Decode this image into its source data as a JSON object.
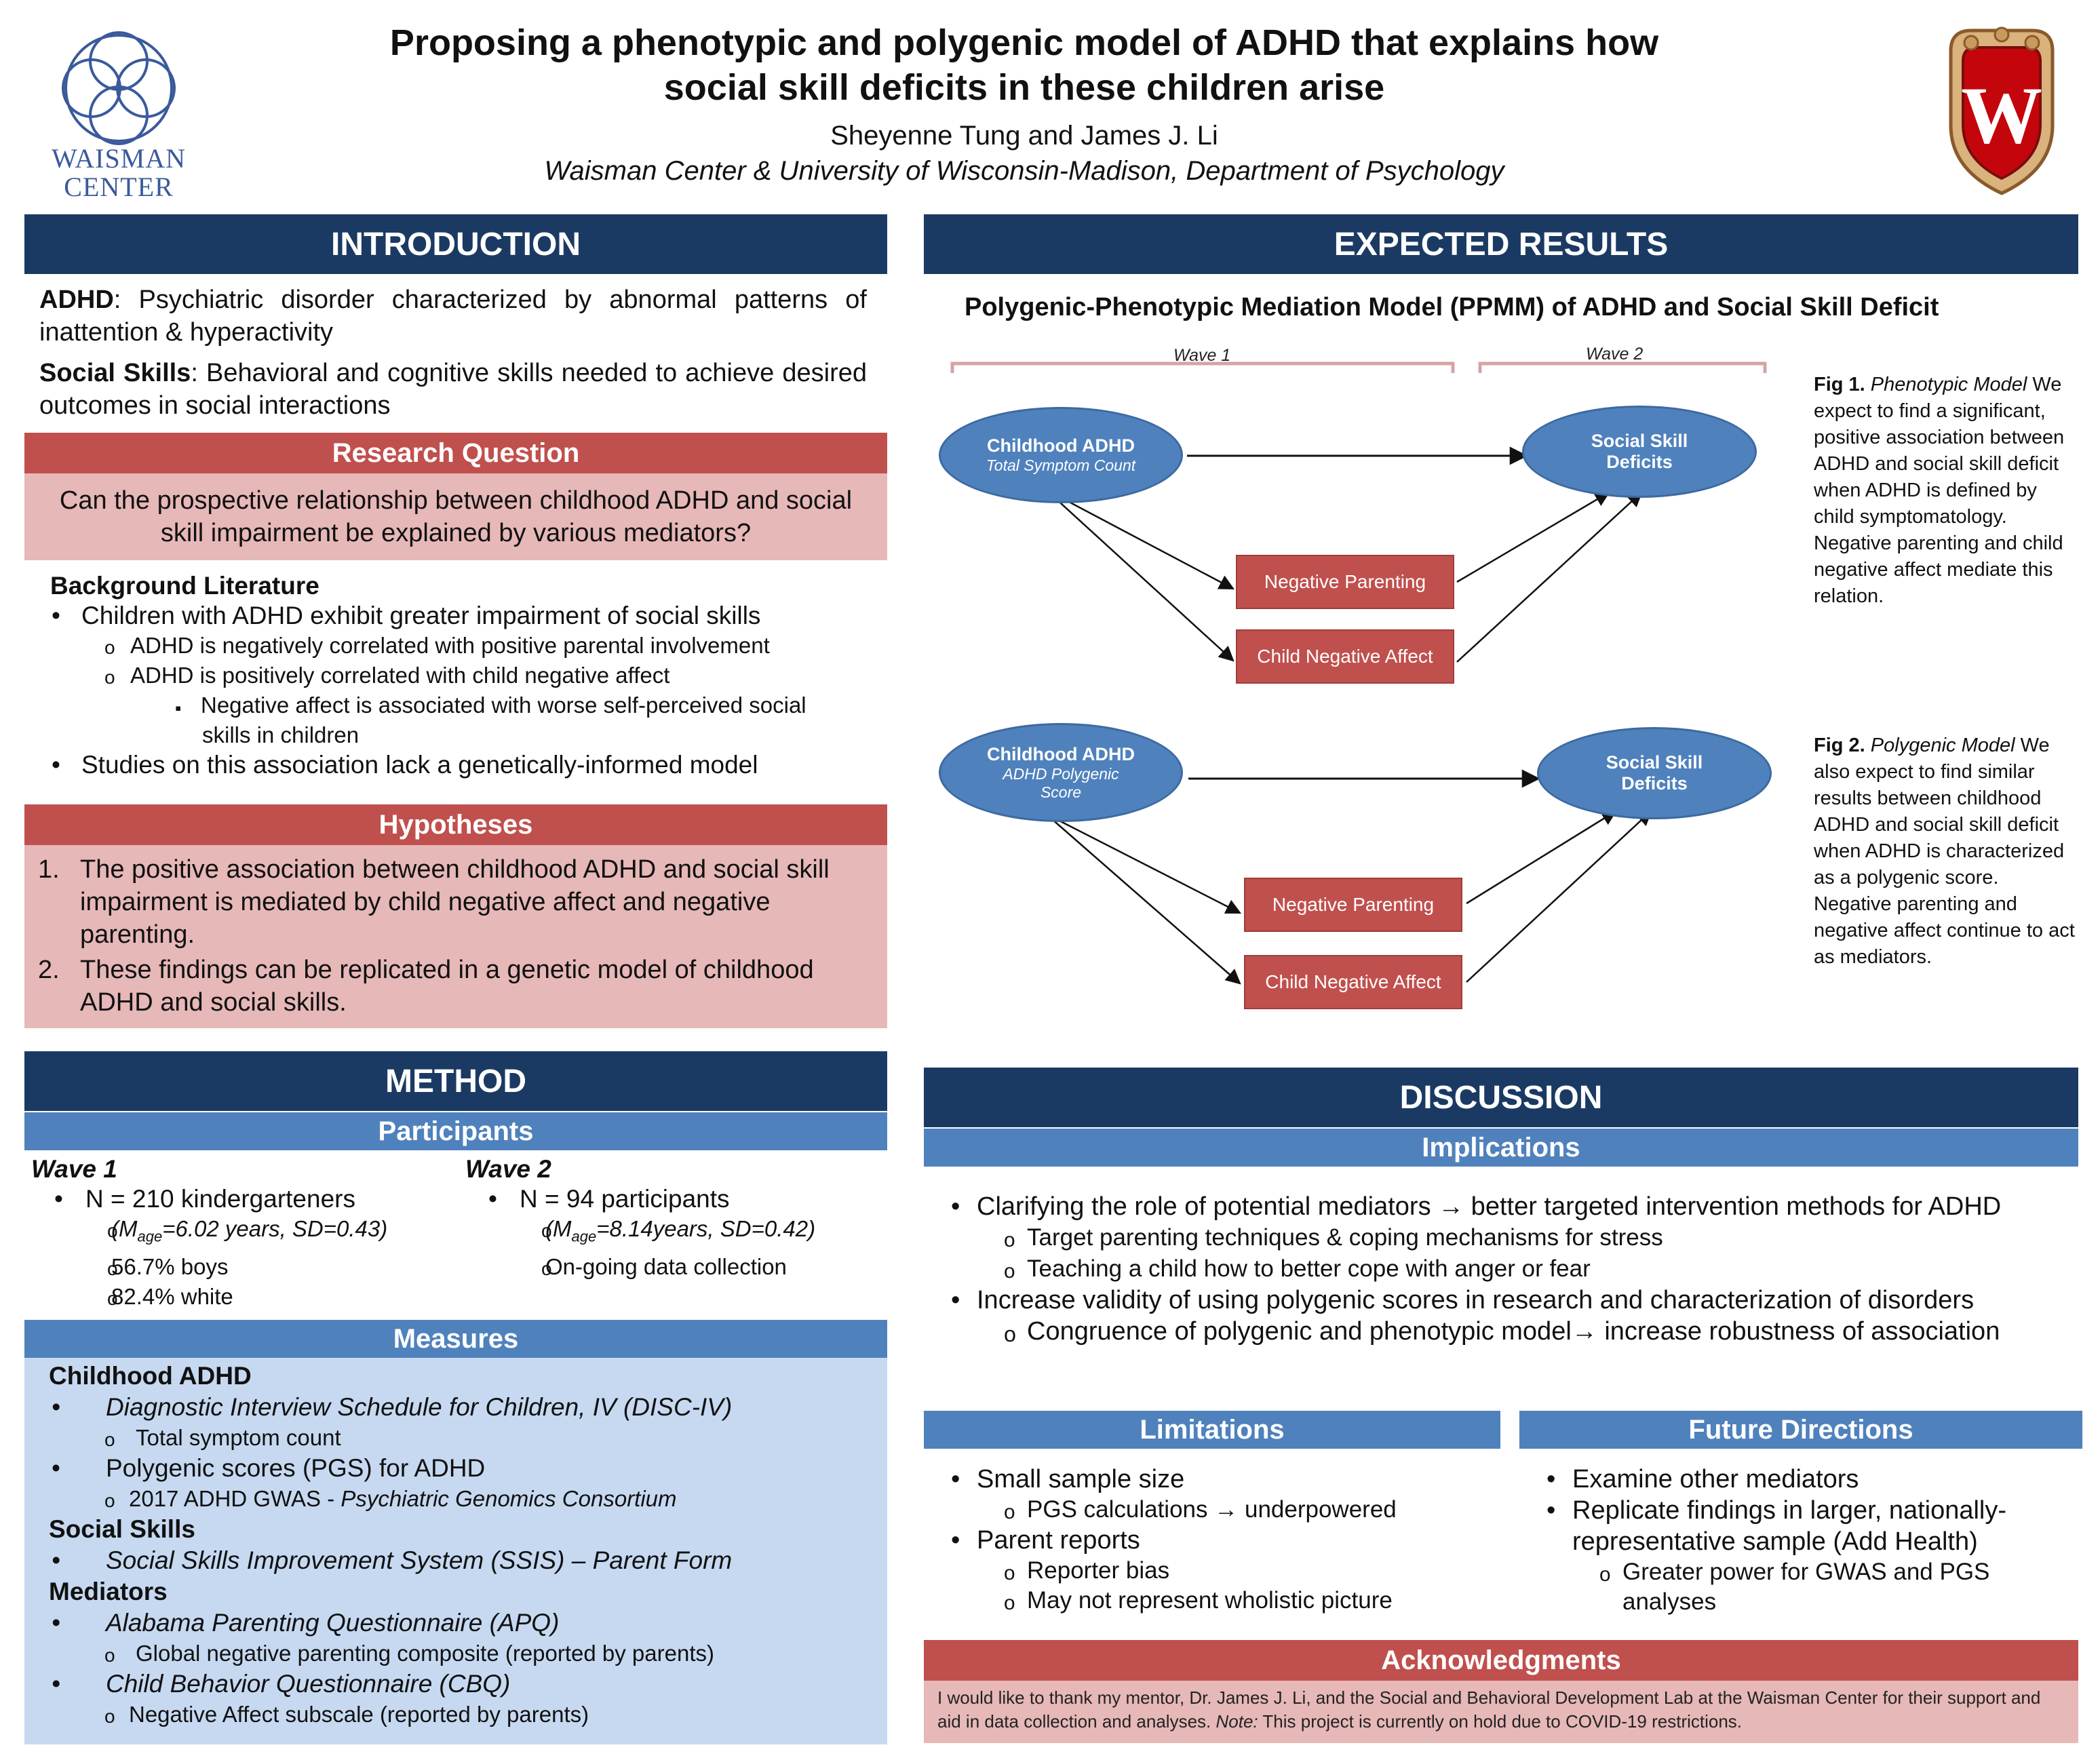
{
  "header": {
    "title_line1": "Proposing a phenotypic and polygenic model of ADHD that explains how",
    "title_line2": "social skill deficits in these children arise",
    "authors": "Sheyenne Tung and James J. Li",
    "affiliation": "Waisman Center & University of Wisconsin-Madison, Department of Psychology",
    "left_logo_text_line1": "WAISMAN",
    "left_logo_text_line2": "CENTER",
    "right_logo_letter": "W"
  },
  "introduction": {
    "heading": "INTRODUCTION",
    "adhd_term": "ADHD",
    "adhd_def": ": Psychiatric disorder characterized by abnormal patterns of inattention & hyperactivity",
    "social_term": "Social Skills",
    "social_def": ": Behavioral and cognitive skills needed to achieve desired outcomes in social interactions",
    "rq_heading": "Research Question",
    "rq_text": "Can the prospective relationship between childhood ADHD and social skill impairment be explained by various mediators?",
    "bg_heading": "Background Literature",
    "bg_1": "Children with ADHD exhibit greater impairment of social skills",
    "bg_1a": "ADHD is negatively correlated with positive parental involvement",
    "bg_1b": "ADHD is positively correlated with child negative affect",
    "bg_1b_i_line1": "Negative affect is associated with worse self-perceived social",
    "bg_1b_i_line2": "skills in children",
    "bg_2": "Studies on this association lack a genetically-informed model",
    "hyp_heading": "Hypotheses",
    "hyp_1_num": "1.",
    "hyp_1": "The positive association between childhood ADHD and social skill impairment is mediated by child negative affect and negative parenting.",
    "hyp_2_num": "2.",
    "hyp_2": "These findings can be replicated in a genetic model of childhood ADHD and social skills."
  },
  "method": {
    "heading": "METHOD",
    "participants_heading": "Participants",
    "wave1_label": "Wave 1",
    "wave1_n": "N = 210 kindergarteners",
    "wave1_m": "M",
    "wave1_age_sub": "age",
    "wave1_age_rest": "=6.02 years, SD=0.43",
    "wave1_boys": "56.7% boys",
    "wave1_white": "82.4% white",
    "wave2_label": "Wave 2",
    "wave2_n": "N = 94 participants",
    "wave2_m": "M",
    "wave2_age_sub": "age",
    "wave2_age_rest": "=8.14years, SD=0.42",
    "wave2_ongoing": "On-going data collection",
    "measures_heading": "Measures",
    "m_adhd": "Childhood ADHD",
    "m_disc": "Diagnostic Interview Schedule for Children, IV (DISC-IV)",
    "m_disc_sub": "Total symptom count",
    "m_pgs": "Polygenic scores (PGS) for ADHD",
    "m_pgs_sub_plain": "2017 ADHD GWAS - ",
    "m_pgs_sub_it": "Psychiatric Genomics Consortium",
    "m_social": "Social Skills",
    "m_ssis": "Social Skills Improvement System (SSIS) – Parent Form",
    "m_mediators": "Mediators",
    "m_apq": "Alabama Parenting Questionnaire (APQ)",
    "m_apq_sub": "Global negative parenting composite (reported by parents)",
    "m_cbq": "Child Behavior Questionnaire (CBQ)",
    "m_cbq_sub": "Negative Affect subscale (reported by parents)"
  },
  "results": {
    "heading": "EXPECTED RESULTS",
    "model_title": "Polygenic-Phenotypic Mediation Model (PPMM) of ADHD and Social Skill Deficit",
    "wave1": "Wave 1",
    "wave2": "Wave 2",
    "fig1": {
      "adhd_title": "Childhood ADHD",
      "adhd_sub": "Total Symptom Count",
      "social_line1": "Social Skill",
      "social_line2": "Deficits",
      "neg_parenting": "Negative Parenting",
      "neg_affect": "Child Negative Affect",
      "caption_label": "Fig 1.",
      "caption_title": "Phenotypic Model",
      "caption_text": "We expect to find a significant, positive association between ADHD and social skill deficit when ADHD is defined by child symptomatology. Negative parenting and child negative affect mediate this relation."
    },
    "fig2": {
      "adhd_title": "Childhood ADHD",
      "adhd_sub_line1": "ADHD Polygenic",
      "adhd_sub_line2": "Score",
      "social_line1": "Social Skill",
      "social_line2": "Deficits",
      "neg_parenting": "Negative Parenting",
      "neg_affect": "Child Negative Affect",
      "caption_label": "Fig 2.",
      "caption_title": "Polygenic Model",
      "caption_text": "We also expect to find similar results between childhood ADHD and social skill deficit when ADHD is characterized as a polygenic score. Negative parenting and negative affect continue to act as mediators."
    }
  },
  "discussion": {
    "heading": "DISCUSSION",
    "implications_heading": "Implications",
    "imp_1_a": "Clarifying the role of potential mediators ",
    "imp_1_arrow": "→",
    "imp_1_b": " better targeted intervention methods for ADHD",
    "imp_1a": "Target parenting techniques & coping mechanisms for stress",
    "imp_1b": "Teaching a child how to better cope with anger or fear",
    "imp_2": "Increase validity of using polygenic scores in research and characterization of disorders",
    "imp_2a_a": "Congruence of polygenic and phenotypic model",
    "imp_2a_arrow": "→",
    "imp_2a_b": " increase robustness of association",
    "limitations_heading": "Limitations",
    "lim_1": "Small sample size",
    "lim_1a_a": "PGS calculations ",
    "lim_1a_arrow": "→",
    "lim_1a_b": " underpowered",
    "lim_2": "Parent reports",
    "lim_2a": "Reporter bias",
    "lim_2b": "May not represent wholistic picture",
    "future_heading": "Future Directions",
    "fut_1": "Examine other mediators",
    "fut_2": "Replicate findings in larger, nationally-representative sample (Add Health)",
    "fut_2a": "Greater power for GWAS and PGS analyses",
    "ack_heading": "Acknowledgments",
    "ack_text_a": "I would like to thank my mentor, Dr. James J. Li, and the Social and Behavioral Development Lab at the Waisman Center for their support and aid in data collection and analyses. ",
    "ack_note": "Note:",
    "ack_text_b": " This project is currently on hold due to COVID-19 restrictions."
  },
  "colors": {
    "navy": "#1b3a63",
    "blue": "#4f81bd",
    "red": "#c0504d",
    "pink": "#e6b8b7",
    "light_blue": "#c6d9f1"
  }
}
